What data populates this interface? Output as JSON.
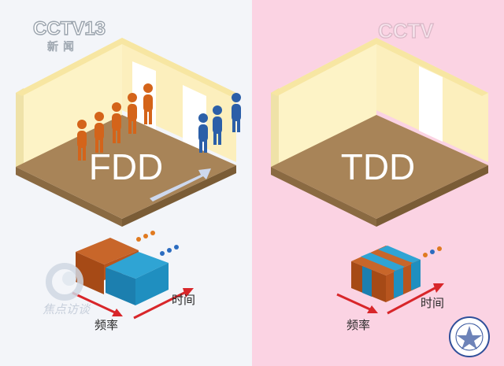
{
  "broadcast": {
    "channel_logo": "CCTV13",
    "channel_sub": "新闻",
    "watermark_logo": "CCTV",
    "program_logo": "焦点访谈"
  },
  "panels": {
    "left": {
      "label": "FDD",
      "axis_frequency": "频率",
      "axis_time": "时间"
    },
    "right": {
      "label": "TDD",
      "axis_frequency": "频率",
      "axis_time": "时间"
    }
  },
  "colors": {
    "left_background": "#f3f5f9",
    "right_background": "#fbd3e3",
    "wall": "#fdf3c6",
    "floor": "#a88458",
    "person_orange": "#d4641a",
    "person_blue": "#2b5fa8",
    "box_orange": "#b8551e",
    "box_blue": "#1f8fc0",
    "axis_red": "#d8262a"
  }
}
